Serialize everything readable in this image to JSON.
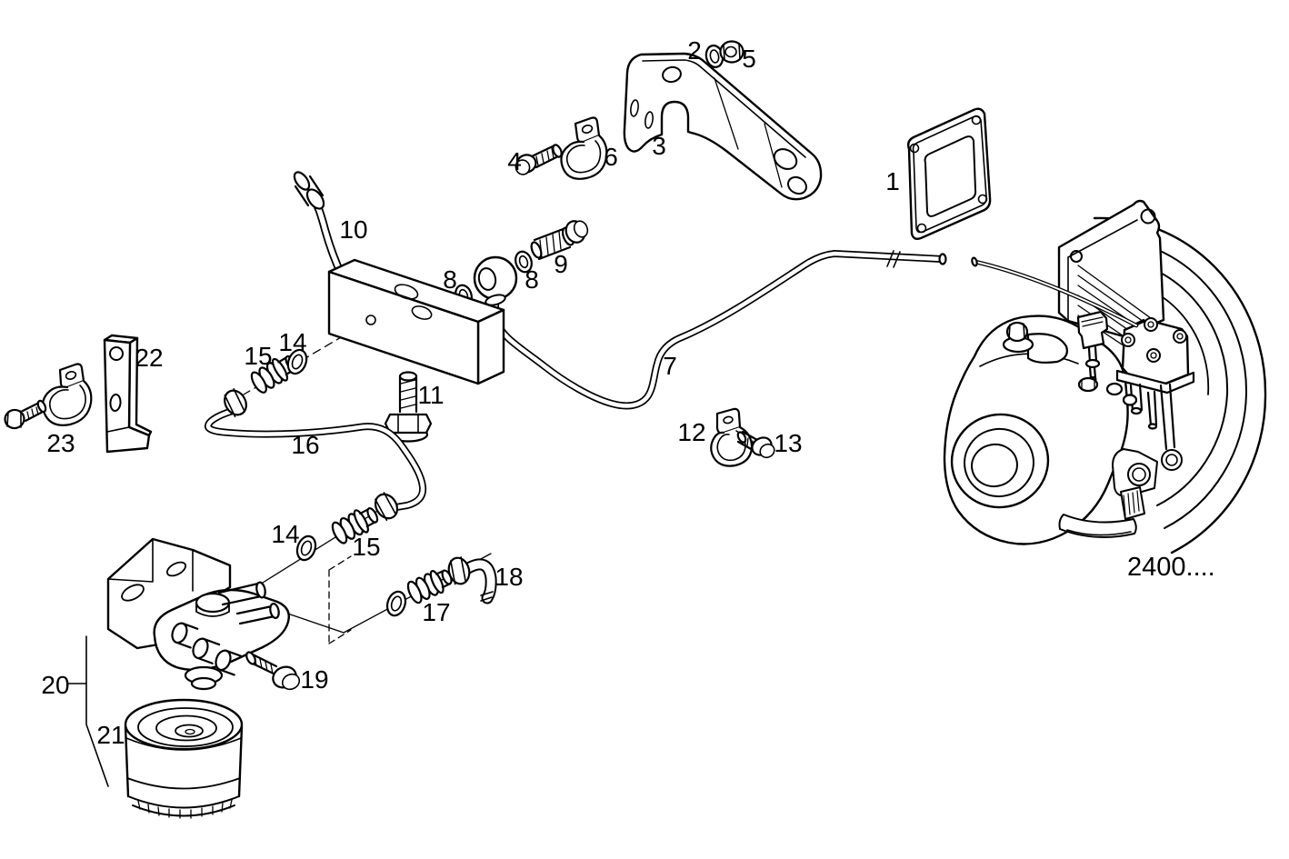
{
  "diagram": {
    "background_color": "#ffffff",
    "line_color": "#000000",
    "reference_code": "2400....",
    "callouts": {
      "p1": "1",
      "p2": "2",
      "p3": "3",
      "p4": "4",
      "p5": "5",
      "p6": "6",
      "p7": "7",
      "p8a": "8",
      "p8b": "8",
      "p9": "9",
      "p10": "10",
      "p11": "11",
      "p12": "12",
      "p13": "13",
      "p14a": "14",
      "p14b": "14",
      "p15a": "15",
      "p15b": "15",
      "p16": "16",
      "p17": "17",
      "p18": "18",
      "p19": "19",
      "p20": "20",
      "p21": "21",
      "p22": "22",
      "p23": "23"
    }
  }
}
